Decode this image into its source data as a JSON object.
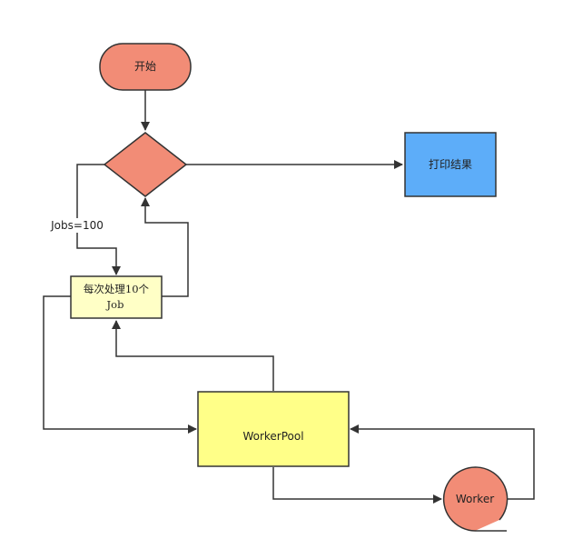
{
  "nodes": {
    "start": {
      "label": "开始",
      "color": "#F28C76"
    },
    "decision": {
      "color": "#F28C76"
    },
    "print": {
      "label": "打印结果",
      "color": "#5DADF9"
    },
    "process": {
      "label_line1": "每次处理10个",
      "label_line2": "Job",
      "color": "#FFFFC6"
    },
    "pool": {
      "label": "WorkerPool",
      "color": "#FFFF88"
    },
    "worker": {
      "label": "Worker",
      "color": "#F28C76"
    }
  },
  "edges": {
    "decision_to_process": {
      "label": "Jobs=100"
    }
  }
}
